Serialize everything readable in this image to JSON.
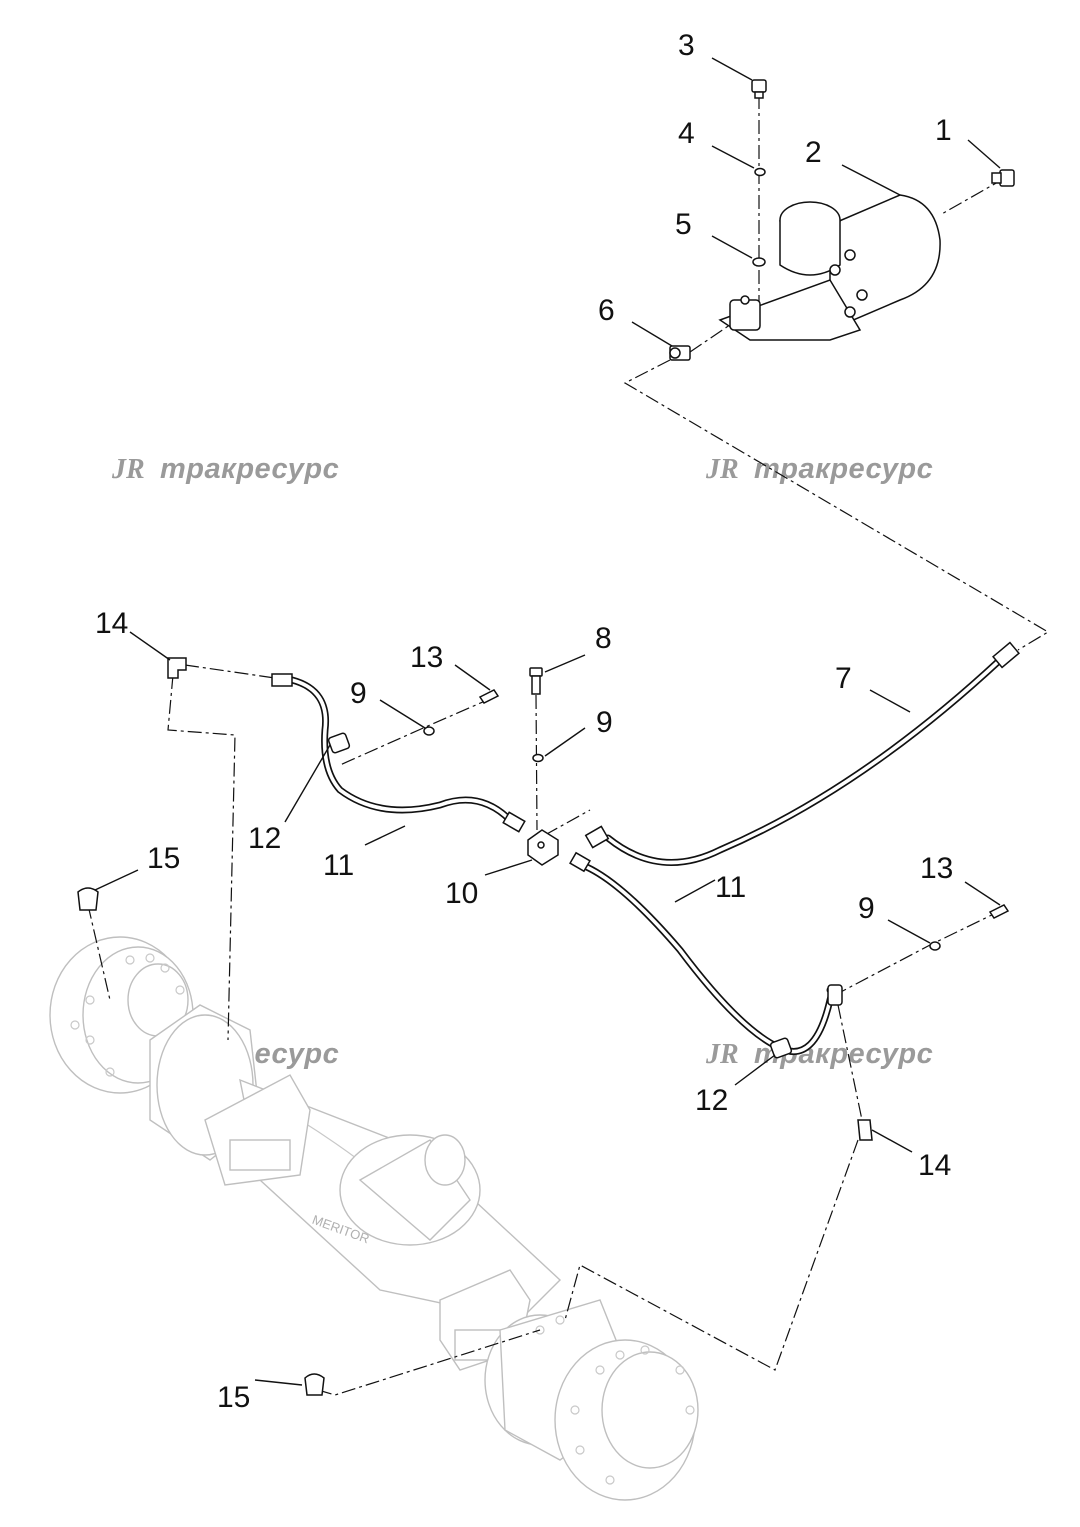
{
  "callouts": {
    "c1": "1",
    "c2": "2",
    "c3": "3",
    "c4": "4",
    "c5": "5",
    "c6": "6",
    "c7": "7",
    "c8": "8",
    "c9a": "9",
    "c9b": "9",
    "c9c": "9",
    "c10": "10",
    "c11a": "11",
    "c11b": "11",
    "c12a": "12",
    "c12b": "12",
    "c13a": "13",
    "c13b": "13",
    "c14a": "14",
    "c14b": "14",
    "c15a": "15",
    "c15b": "15"
  },
  "watermark": {
    "logo": "JR",
    "text": "тракресурс"
  },
  "axle_marking": "MERITOR"
}
